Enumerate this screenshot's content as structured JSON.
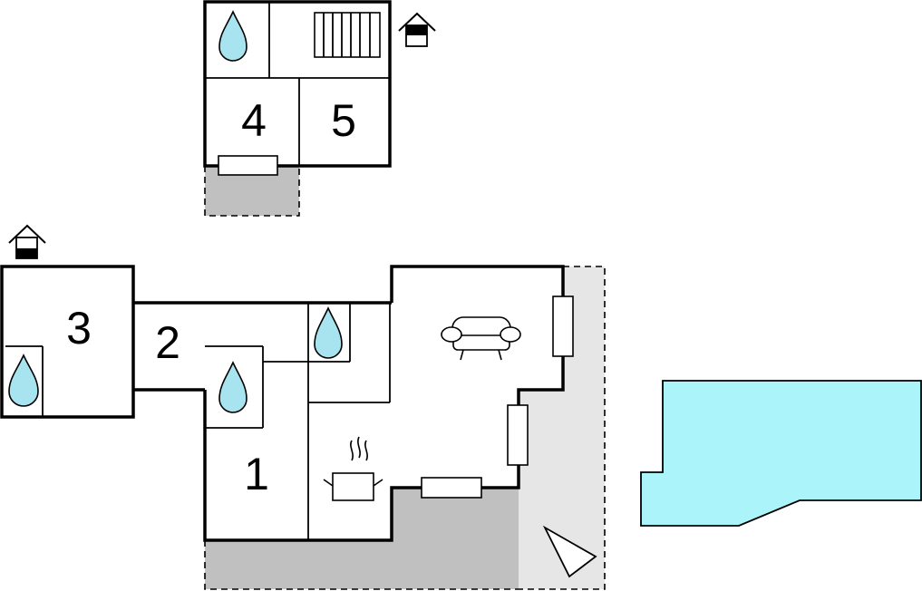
{
  "floorplan": {
    "upper_building": {
      "room_labels": [
        "4",
        "5"
      ],
      "icons": [
        "water-drop-icon",
        "staircase-icon",
        "house-roof-icon",
        "window-icon"
      ]
    },
    "lower_building": {
      "room_labels": [
        "3",
        "2",
        "1"
      ],
      "icons": [
        "house-roof-icon",
        "water-drop-icon",
        "water-drop-icon",
        "water-drop-icon",
        "sofa-icon",
        "cooking-pot-icon",
        "window-icon",
        "window-icon",
        "window-icon"
      ]
    },
    "outdoor": {
      "icons": [
        "view-direction-icon"
      ],
      "features": [
        "terrace",
        "pool"
      ]
    },
    "colors": {
      "wall": "#000000",
      "water": "#a8e4ef",
      "pool": "#aaf4fa",
      "terrace_dark": "#c0c0c0",
      "terrace_light": "#e6e6e6"
    }
  }
}
